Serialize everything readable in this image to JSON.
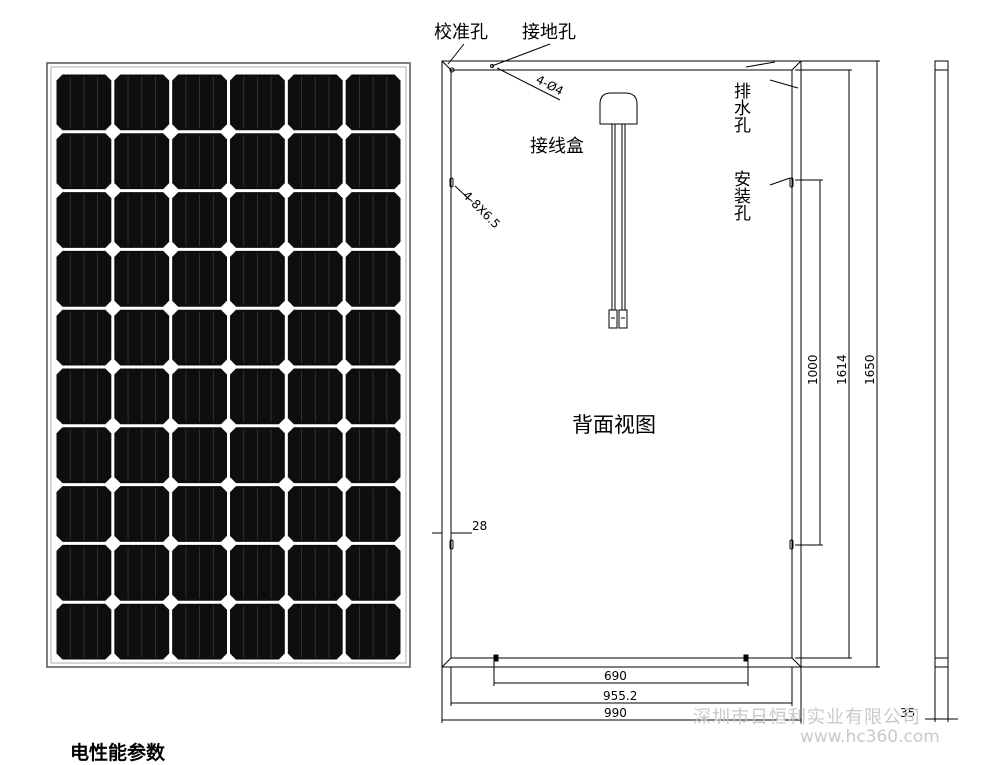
{
  "labels": {
    "calibration_hole": "校准孔",
    "grounding_hole": "接地孔",
    "grounding_hole_spec": "4-Ø4",
    "junction_box": "接线盒",
    "slot_spec": "4-8X6.5",
    "drain_hole": "排水孔",
    "mounting_hole": "安装孔",
    "back_view": "背面视图",
    "frame_width": "28",
    "caption": "电性能参数"
  },
  "dimensions": {
    "mount_spacing_short": "1000",
    "mount_spacing_long": "1614",
    "total_height": "1650",
    "mount_spacing_width": "690",
    "inner_width": "955.2",
    "total_width": "990",
    "thickness": "35"
  },
  "front_panel": {
    "cell_rows": 10,
    "cell_cols": 6
  },
  "watermark": {
    "company": "深圳市日恒利实业有限公司",
    "site": "www.hc360.com"
  },
  "colors": {
    "cell": "#0e0e0e",
    "line": "#000000",
    "frame": "#555555"
  }
}
